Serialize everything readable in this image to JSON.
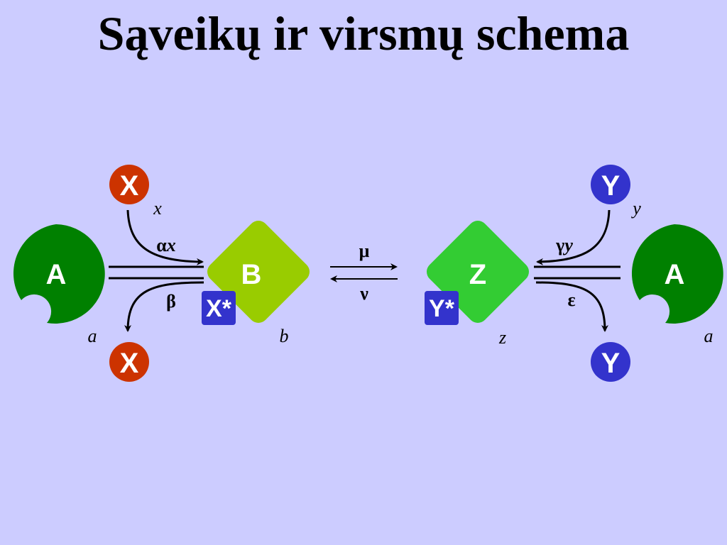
{
  "title": "Sąveikų ir virsmų schema",
  "nodes": {
    "a_left": "A",
    "a_right": "A",
    "b": "B",
    "z": "Z",
    "x_top": "X",
    "x_bottom": "X",
    "y_top": "Y",
    "y_bottom": "Y",
    "x_star": "X*",
    "y_star": "Y*"
  },
  "labels": {
    "x": "x",
    "y": "y",
    "a_left": "a",
    "a_right": "a",
    "b": "b",
    "z": "z",
    "alpha": "α",
    "alpha_var": "x",
    "beta": "β",
    "mu": "μ",
    "nu": "ν",
    "gamma": "γ",
    "gamma_var": "y",
    "epsilon": "ε"
  },
  "colors": {
    "background": "#ccccff",
    "a_green": "#008000",
    "b_green": "#99cc00",
    "z_green": "#33cc33",
    "x_red": "#cc3300",
    "y_blue": "#3333cc"
  }
}
